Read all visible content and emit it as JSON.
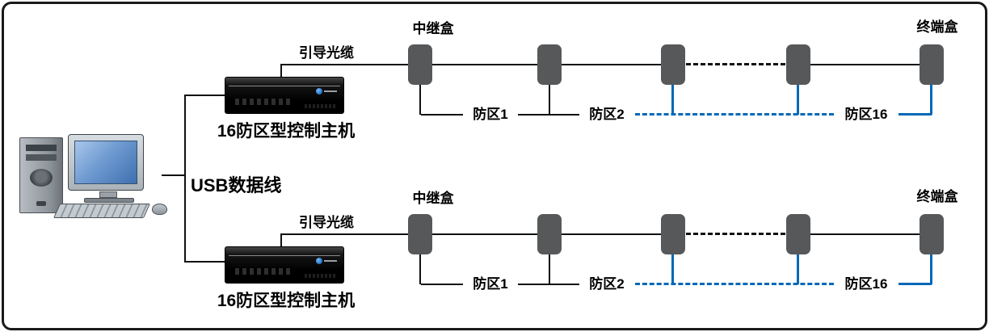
{
  "usb_label": "USB数据线",
  "colors": {
    "line_black": "#111111",
    "line_blue": "#0068b7",
    "node_gray": "#57585a",
    "screen_blue": "#6f9bd1"
  },
  "rows": [
    {
      "relay_box_label": "中继盒",
      "terminal_box_label": "终端盒",
      "fiber_label": "引导光缆",
      "host_label": "16防区型控制主机",
      "zones": [
        "防区1",
        "防区2",
        "防区16"
      ]
    },
    {
      "relay_box_label": "中继盒",
      "terminal_box_label": "终端盒",
      "fiber_label": "引导光缆",
      "host_label": "16防区型控制主机",
      "zones": [
        "防区1",
        "防区2",
        "防区16"
      ]
    }
  ]
}
